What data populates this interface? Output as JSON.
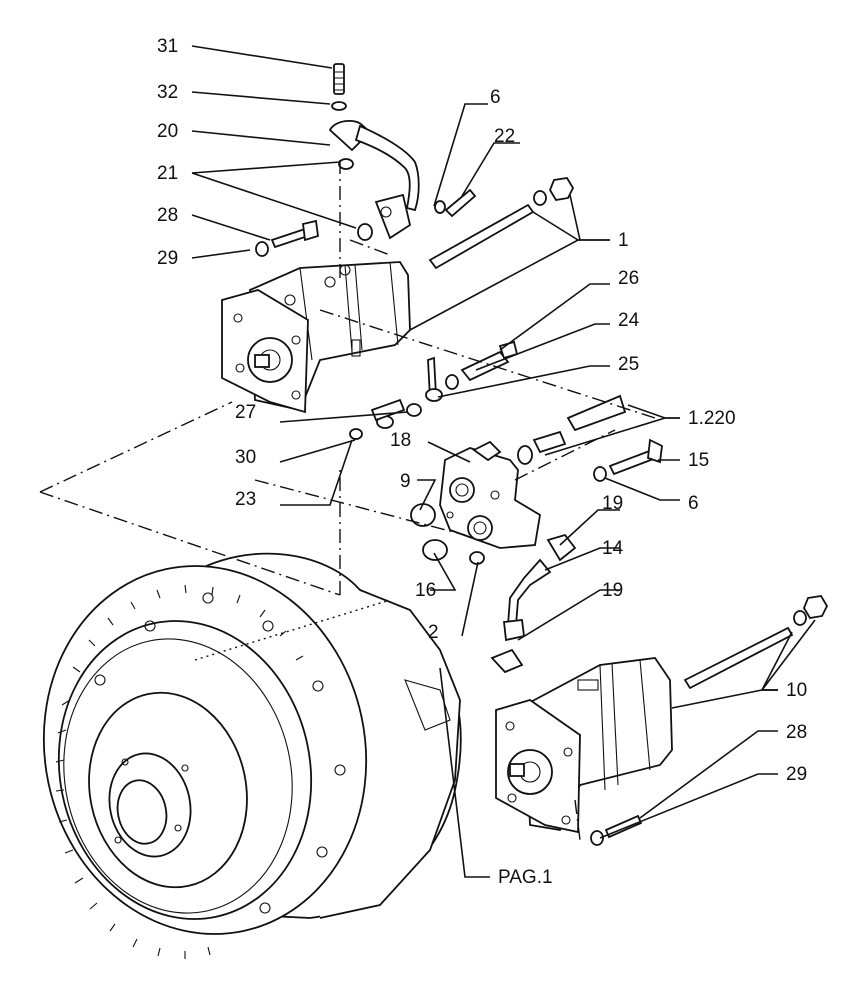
{
  "callouts": {
    "c31": "31",
    "c32": "32",
    "c20": "20",
    "c21": "21",
    "c28a": "28",
    "c29a": "29",
    "c6a": "6",
    "c22": "22",
    "c1": "1",
    "c26": "26",
    "c24": "24",
    "c25": "25",
    "c27": "27",
    "c1220": "1.220",
    "c18": "18",
    "c30": "30",
    "c15": "15",
    "c23": "23",
    "c9": "9",
    "c6b": "6",
    "c19a": "19",
    "c14": "14",
    "c16": "16",
    "c19b": "19",
    "c2": "2",
    "c10": "10",
    "c28b": "28",
    "c29b": "29",
    "cpag": "PAG.1"
  }
}
